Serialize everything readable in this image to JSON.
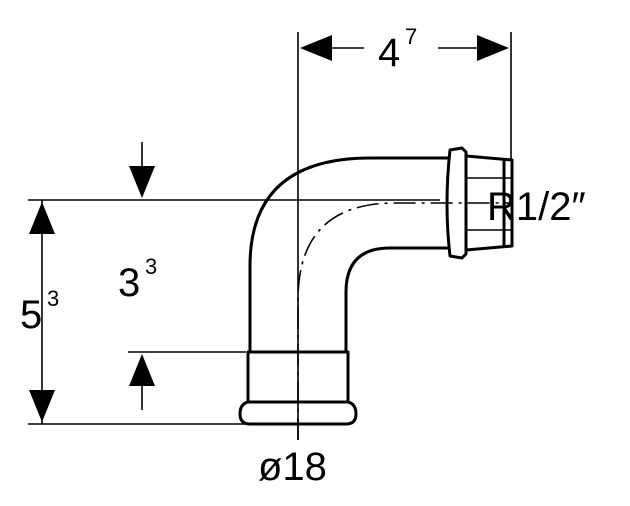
{
  "dimensions": {
    "width": {
      "base": "4",
      "sup": "7"
    },
    "height_overall": {
      "base": "5",
      "sup": "3"
    },
    "height_inner": {
      "base": "3",
      "sup": "3"
    },
    "thread": "R1/2″",
    "diameter": "ø18"
  },
  "colors": {
    "line": "#000000",
    "background": "#ffffff"
  }
}
